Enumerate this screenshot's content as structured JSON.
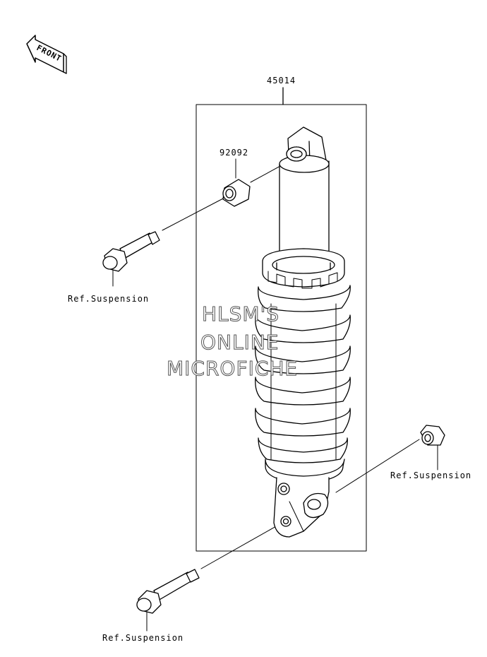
{
  "front_badge": "FRONT",
  "parts": {
    "shock_absorber": "45014",
    "bushing": "92092",
    "ref_upper_bolt": "Ref.Suspension",
    "ref_nut": "Ref.Suspension",
    "ref_lower_bolt": "Ref.Suspension"
  },
  "watermark": {
    "line1": "HLSM'S",
    "line2": "ONLINE",
    "line3": "MICROFICHE"
  }
}
